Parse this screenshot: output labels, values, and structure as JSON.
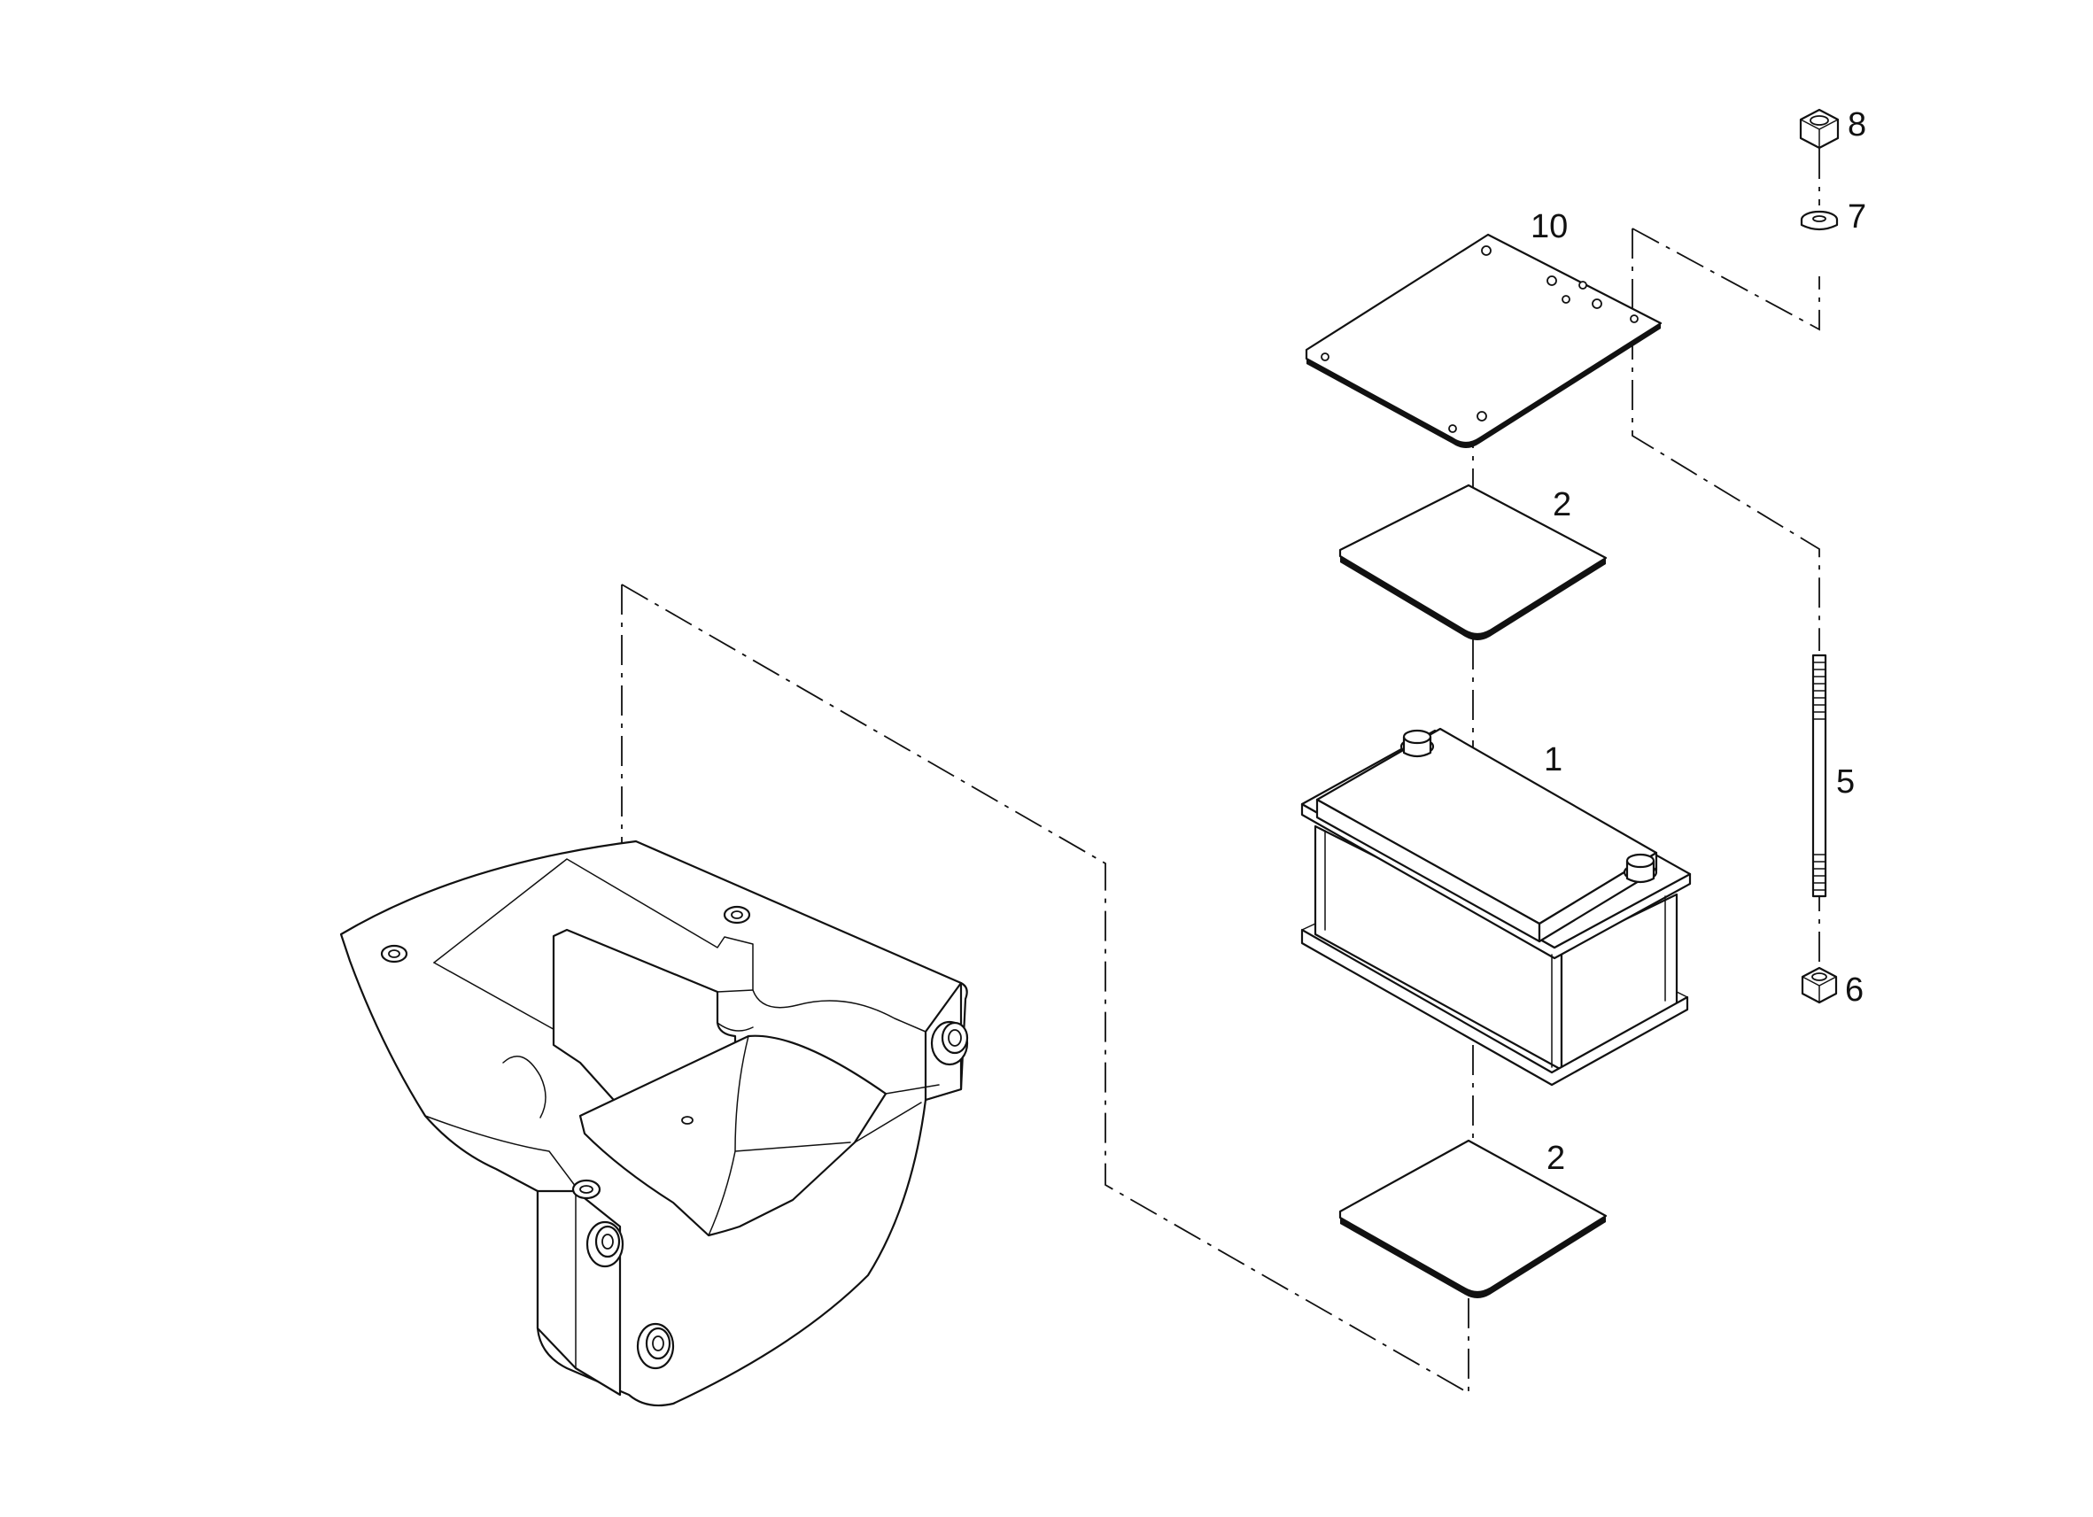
{
  "labels": {
    "battery": "1",
    "pad_upper": "2",
    "pad_lower": "2",
    "tie_rod": "5",
    "nut_lower": "6",
    "washer": "7",
    "nut_upper": "8",
    "clamp_plate": "10"
  }
}
